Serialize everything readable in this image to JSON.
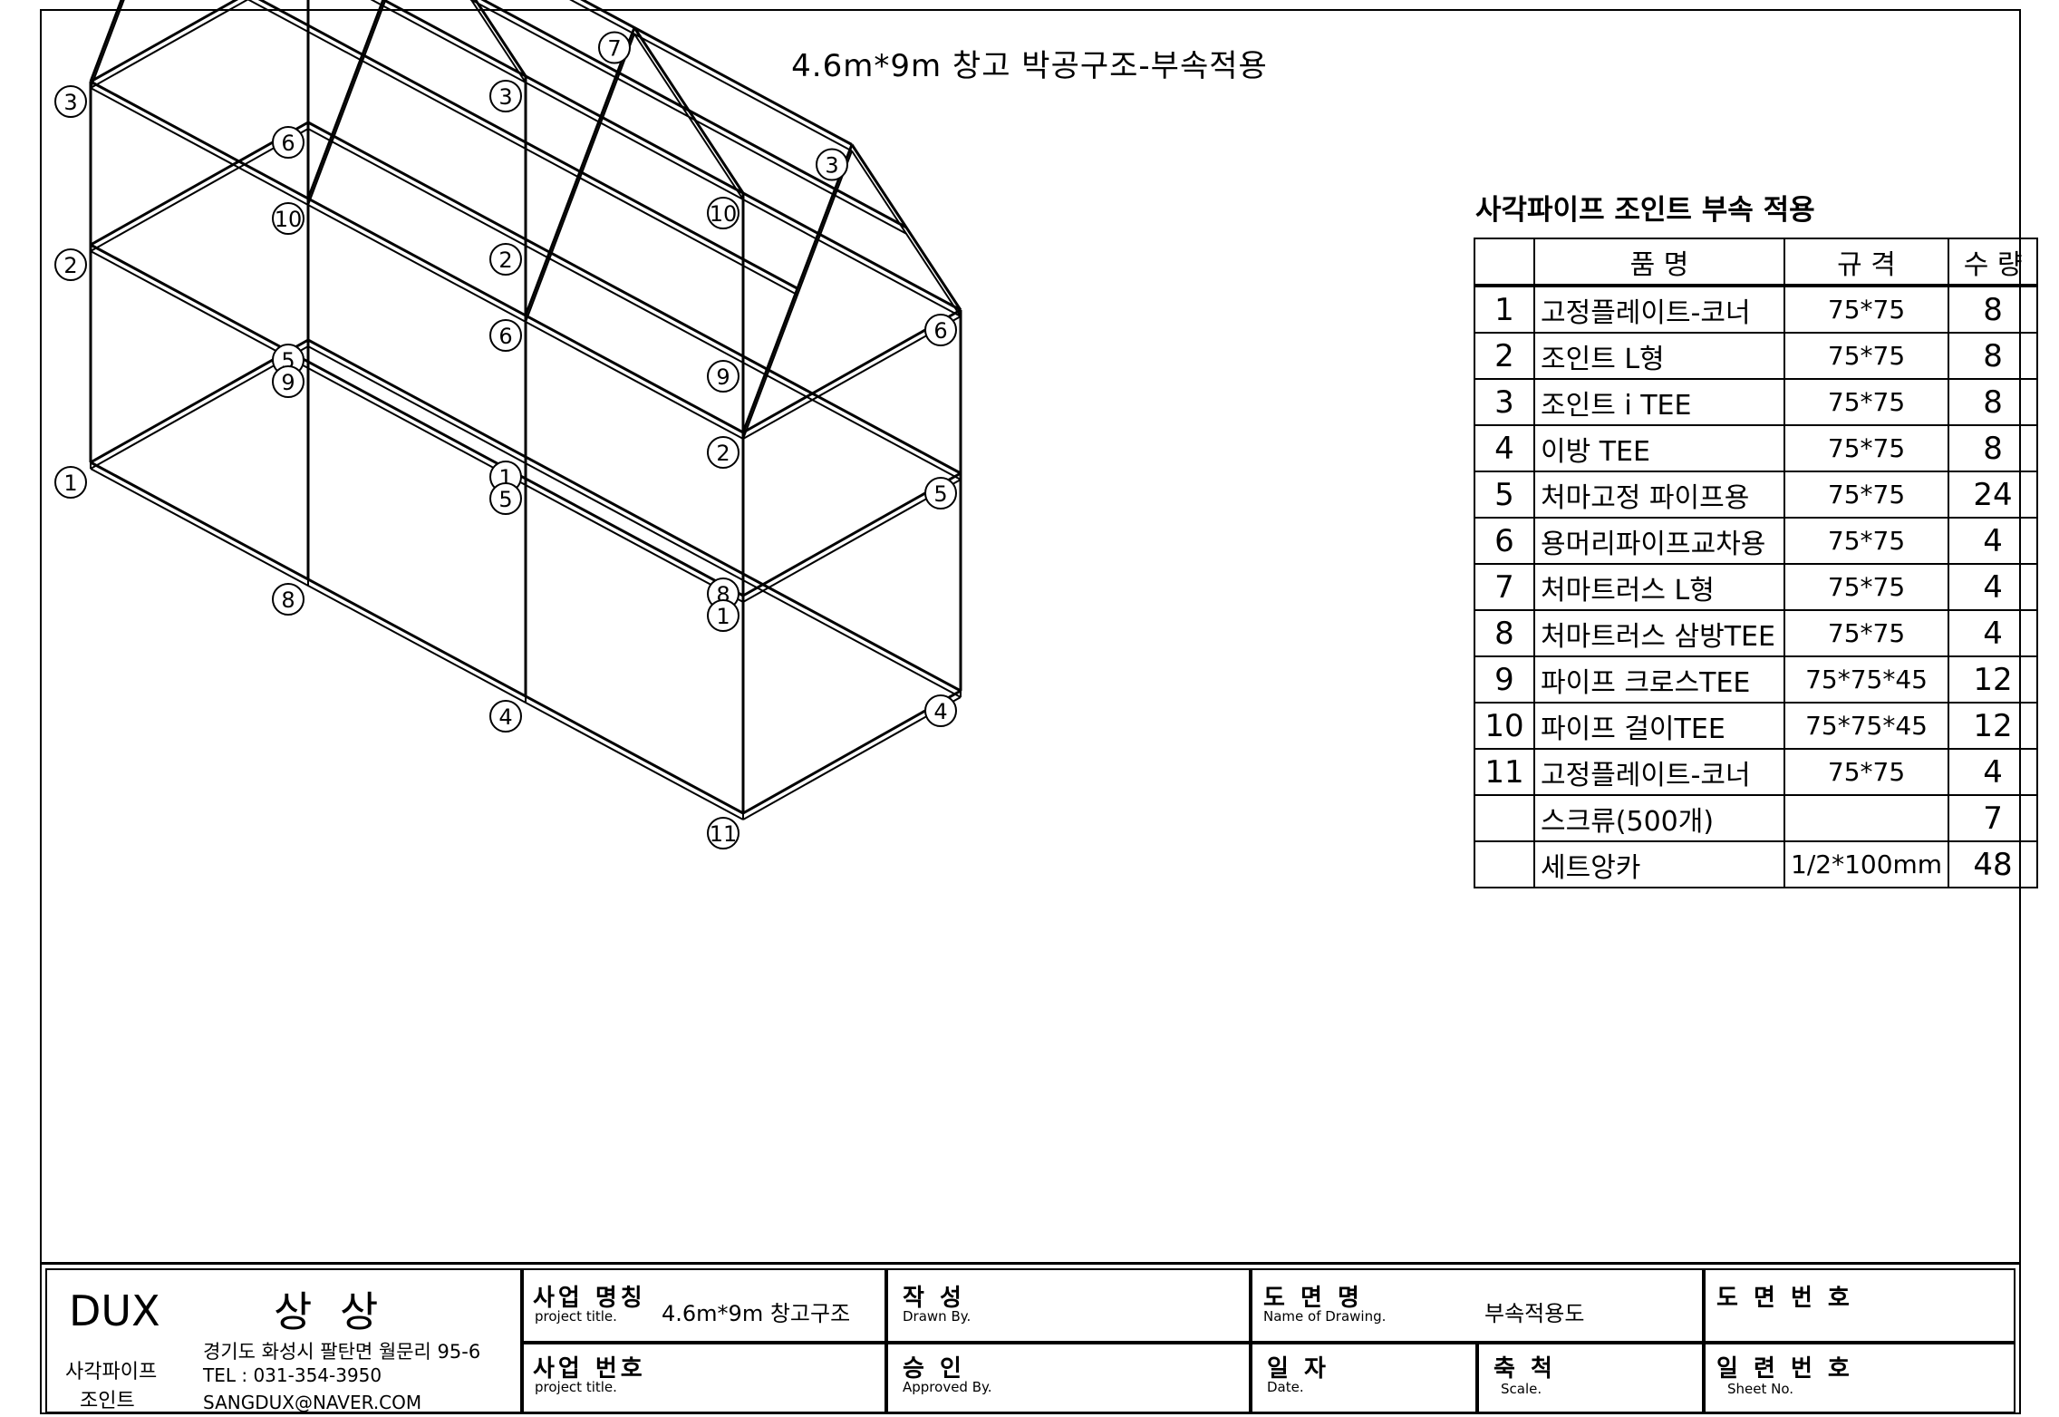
{
  "drawing": {
    "title": "4.6m*9m  창고 박공구조-부속적용",
    "callouts": [
      "1",
      "2",
      "3",
      "4",
      "5",
      "6",
      "7",
      "8",
      "9",
      "10",
      "11"
    ]
  },
  "bom": {
    "title": "사각파이프 조인트 부속 적용",
    "headers": [
      "품        명",
      "규   격",
      "수   량"
    ],
    "rows": [
      {
        "no": "1",
        "name": "고정플레이트-코너",
        "spec": "75*75",
        "qty": "8"
      },
      {
        "no": "2",
        "name": "조인트 L형",
        "spec": "75*75",
        "qty": "8"
      },
      {
        "no": "3",
        "name": "조인트 i TEE",
        "spec": "75*75",
        "qty": "8"
      },
      {
        "no": "4",
        "name": "이방 TEE",
        "spec": "75*75",
        "qty": "8"
      },
      {
        "no": "5",
        "name": "처마고정 파이프용",
        "spec": "75*75",
        "qty": "24"
      },
      {
        "no": "6",
        "name": "용머리파이프교차용",
        "spec": "75*75",
        "qty": "4"
      },
      {
        "no": "7",
        "name": "처마트러스 L형",
        "spec": "75*75",
        "qty": "4"
      },
      {
        "no": "8",
        "name": "처마트러스 삼방TEE",
        "spec": "75*75",
        "qty": "4"
      },
      {
        "no": "9",
        "name": "파이프 크로스TEE",
        "spec": "75*75*45",
        "qty": "12"
      },
      {
        "no": "10",
        "name": "파이프 걸이TEE",
        "spec": "75*75*45",
        "qty": "12"
      },
      {
        "no": "11",
        "name": "고정플레이트-코너",
        "spec": "75*75",
        "qty": "4"
      },
      {
        "no": "",
        "name": "스크류(500개)",
        "spec": "",
        "qty": "7"
      },
      {
        "no": "",
        "name": "세트앙카",
        "spec": "1/2*100mm",
        "qty": "48"
      }
    ]
  },
  "titleblock": {
    "company": "DUX",
    "company_kr": "상 상",
    "product_line1": "사각파이프",
    "product_line2": "조인트",
    "address": "경기도 화성시 팔탄면 월문리 95-6",
    "tel": "TEL : 031-354-3950",
    "email": "SANGDUX@NAVER.COM",
    "project_name_label": "사업 명칭",
    "project_name_sub": "project title.",
    "project_name_value": "4.6m*9m  창고구조",
    "project_no_label": "사업 번호",
    "project_no_sub": "project title.",
    "drawn_label": "작   성",
    "drawn_sub": "Drawn By.",
    "approved_label": "승   인",
    "approved_sub": "Approved By.",
    "drawing_name_label": "도  면  명",
    "drawing_name_sub": "Name of Drawing.",
    "drawing_name_value": "부속적용도",
    "date_label": "일  자",
    "date_sub": "Date.",
    "scale_label": "축  척",
    "scale_sub": "Scale.",
    "drawing_no_label": "도 면 번 호",
    "sheet_no_label": "일 련 번 호",
    "sheet_no_sub": "Sheet No."
  }
}
